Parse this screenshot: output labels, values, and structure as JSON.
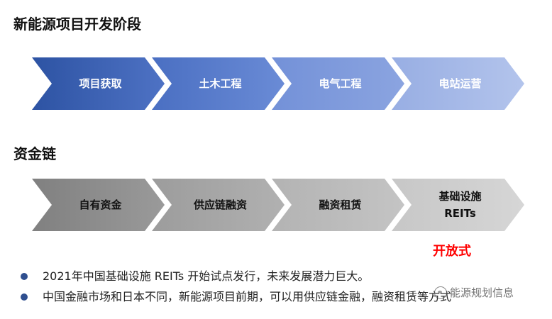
{
  "sections": [
    {
      "title": "新能源项目开发阶段",
      "steps": [
        {
          "label": "项目获取",
          "color_start": "#2d53a3",
          "color_end": "#4e72c4",
          "text_color": "#ffffff"
        },
        {
          "label": "土木工程",
          "color_start": "#4a6fc2",
          "color_end": "#6a8bd6",
          "text_color": "#ffffff"
        },
        {
          "label": "电气工程",
          "color_start": "#7391d8",
          "color_end": "#8ba4e0",
          "text_color": "#ffffff"
        },
        {
          "label": "电站运营",
          "color_start": "#98aee3",
          "color_end": "#b3c4ec",
          "text_color": "#ffffff"
        }
      ]
    },
    {
      "title": "资金链",
      "steps": [
        {
          "label": "自有资金",
          "color_start": "#808080",
          "color_end": "#9a9a9a",
          "text_color": "#111111"
        },
        {
          "label": "供应链融资",
          "color_start": "#9c9c9c",
          "color_end": "#b1b1b1",
          "text_color": "#111111"
        },
        {
          "label": "融资租赁",
          "color_start": "#b3b3b3",
          "color_end": "#c4c4c4",
          "text_color": "#111111"
        },
        {
          "label": "基础设施\nREITs",
          "color_start": "#c7c7c7",
          "color_end": "#d6d6d6",
          "text_color": "#111111"
        }
      ]
    }
  ],
  "highlight": {
    "text": "开放式",
    "color": "#ff0000"
  },
  "bullets": [
    "2021年中国基础设施 REITs 开始试点发行，未来发展潜力巨大。",
    "中国金融市场和日本不同，新能源项目前期，可以用供应链金融，融资租赁等方式"
  ],
  "watermark": {
    "text": "能源规划信息",
    "icon": "wechat-icon"
  }
}
